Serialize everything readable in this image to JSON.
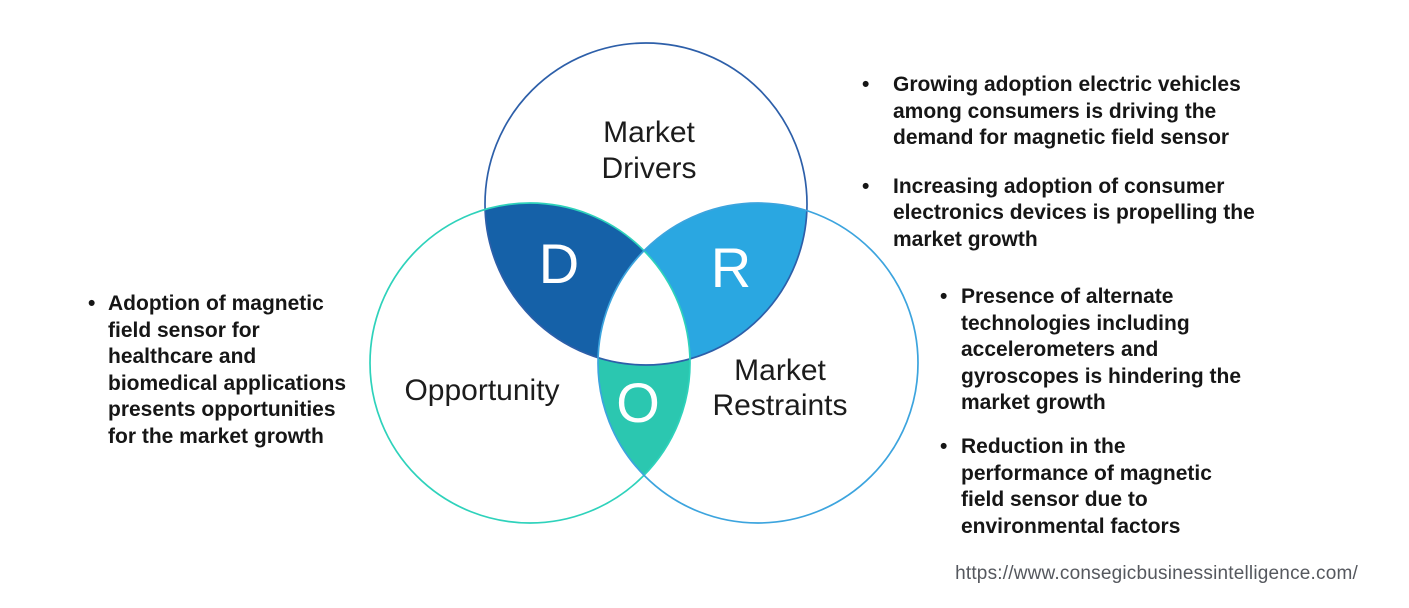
{
  "diagram": {
    "title": "DRO venn diagram",
    "center_fill": "#FFFFFF",
    "label_color": "#1C1C1C",
    "letter_color": "#FFFFFF",
    "circles": {
      "drivers": {
        "label_lines": [
          "Market",
          "Drivers"
        ],
        "letter": "D",
        "overlap_fill": "#1561A8",
        "stroke": "#2D5FA9"
      },
      "opportunity": {
        "label": "Opportunity",
        "letter": "O",
        "overlap_fill": "#2BC7B0",
        "stroke": "#2ED2BB"
      },
      "restraints": {
        "label_lines": [
          "Market",
          "Restraints"
        ],
        "letter": "R",
        "overlap_fill": "#2AA7E1",
        "stroke": "#3CA4DE"
      }
    }
  },
  "bullets": {
    "marker": "•",
    "opportunity": [
      {
        "text": "Adoption of magnetic field sensor for healthcare and biomedical applications presents opportunities for the market growth",
        "lines": [
          "Adoption of magnetic",
          "field sensor for",
          "healthcare and",
          "biomedical applications",
          "presents opportunities",
          "for the market growth"
        ]
      }
    ],
    "drivers": [
      {
        "text": "Growing adoption electric vehicles among consumers is driving the demand for magnetic field sensor",
        "lines": [
          "Growing adoption electric vehicles",
          "among consumers is driving the",
          "demand for magnetic field sensor"
        ]
      },
      {
        "text": "Increasing adoption of consumer electronics devices is propelling the market growth",
        "lines": [
          "Increasing adoption of consumer",
          "electronics devices is propelling the",
          "market growth"
        ]
      }
    ],
    "restraints": [
      {
        "text": "Presence of alternate technologies including accelerometers and gyroscopes is hindering the market growth",
        "lines": [
          "Presence of alternate",
          "technologies including",
          "accelerometers and",
          "gyroscopes is hindering the",
          "market growth"
        ]
      },
      {
        "text": "Reduction in the performance of magnetic field sensor due to environmental factors",
        "lines": [
          "Reduction in the",
          "performance of magnetic",
          "field sensor due to",
          "environmental factors"
        ]
      }
    ]
  },
  "footer": {
    "url": "https://www.consegicbusinessintelligence.com/"
  }
}
